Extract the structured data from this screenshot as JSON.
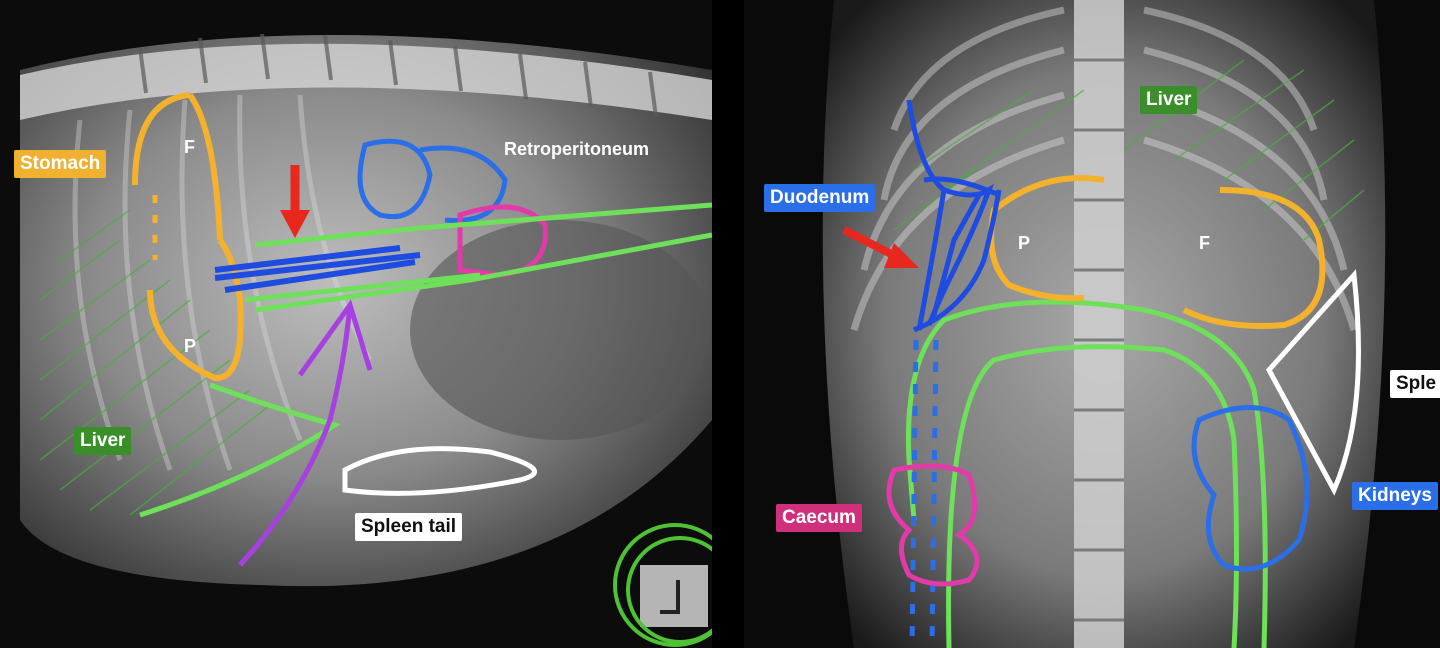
{
  "left": {
    "labels": {
      "stomach": "Stomach",
      "retroperitoneum": "Retroperitoneum",
      "liver": "Liver",
      "spleen_tail": "Spleen tail",
      "fundus": "F",
      "pylorus": "P"
    },
    "colors": {
      "stomach": "#f0b030",
      "liver": "#3a8f2a",
      "spleen_tail": "#ffffff",
      "kidney_outline": "#2a6ee8",
      "caecum_outline": "#e23aa8",
      "arrow": "#e8281e",
      "marker_arrow": "#a640e0"
    }
  },
  "right": {
    "labels": {
      "liver": "Liver",
      "duodenum": "Duodenum",
      "caecum": "Caecum",
      "kidneys": "Kidneys",
      "spleen": "Sple",
      "fundus": "F",
      "pylorus": "P"
    },
    "colors": {
      "liver": "#3a8f2a",
      "duodenum": "#2a6ee8",
      "caecum": "#d0307a",
      "kidneys": "#2a6ee8",
      "spleen": "#ffffff"
    }
  }
}
